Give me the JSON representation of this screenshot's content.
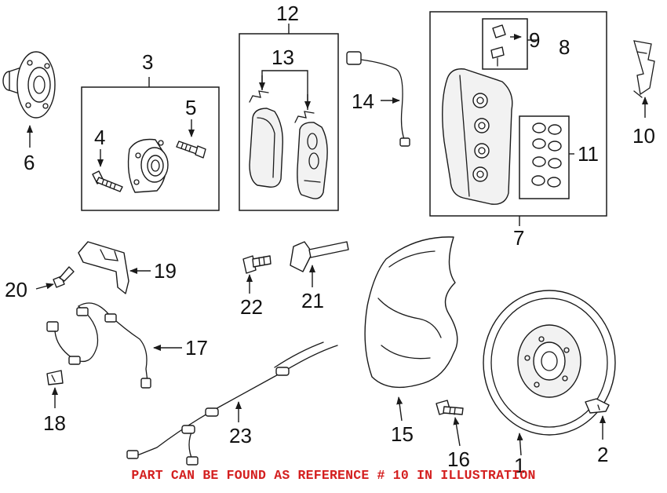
{
  "diagram": {
    "callouts": {
      "c1": "1",
      "c2": "2",
      "c3": "3",
      "c4": "4",
      "c5": "5",
      "c6": "6",
      "c7": "7",
      "c8": "8",
      "c9": "9",
      "c10": "10",
      "c11": "11",
      "c12": "12",
      "c13": "13",
      "c14": "14",
      "c15": "15",
      "c16": "16",
      "c17": "17",
      "c18": "18",
      "c19": "19",
      "c20": "20",
      "c21": "21",
      "c22": "22",
      "c23": "23"
    },
    "footer_note": "PART CAN BE FOUND AS REFERENCE # 10 IN ILLUSTRATION",
    "colors": {
      "note": "#d42020",
      "line": "#1a1a1a",
      "background": "#ffffff"
    }
  }
}
